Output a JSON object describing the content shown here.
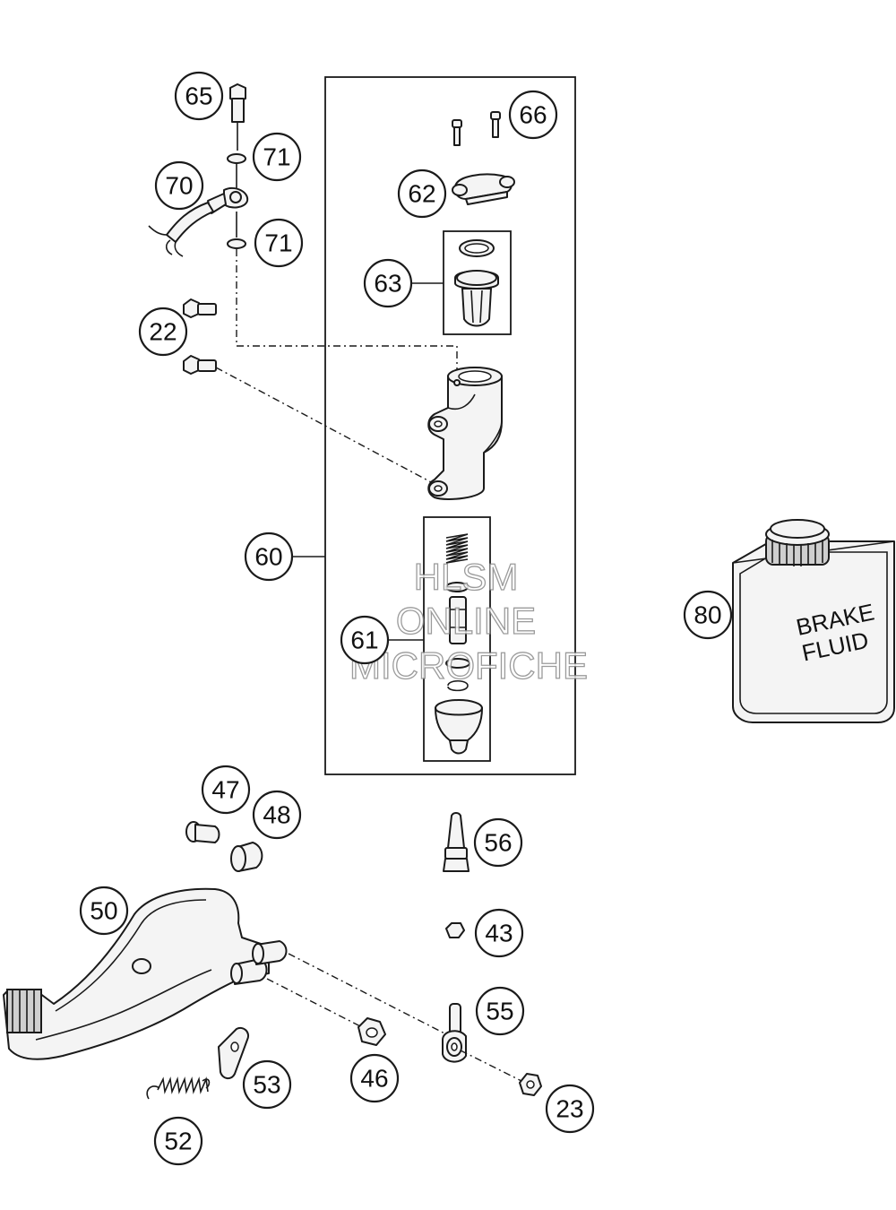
{
  "callouts": {
    "c65": "65",
    "c66": "66",
    "c71a": "71",
    "c70": "70",
    "c71b": "71",
    "c62": "62",
    "c63": "63",
    "c22": "22",
    "c60": "60",
    "c61": "61",
    "c80": "80",
    "c47": "47",
    "c48": "48",
    "c56": "56",
    "c50": "50",
    "c43": "43",
    "c55": "55",
    "c46": "46",
    "c53": "53",
    "c23": "23",
    "c52": "52"
  },
  "bottle": {
    "line1": "BRAKE",
    "line2": "FLUID"
  },
  "watermark": {
    "line1": "HLSM",
    "line2": "ONLINE",
    "line3": "MICROFICHE"
  }
}
